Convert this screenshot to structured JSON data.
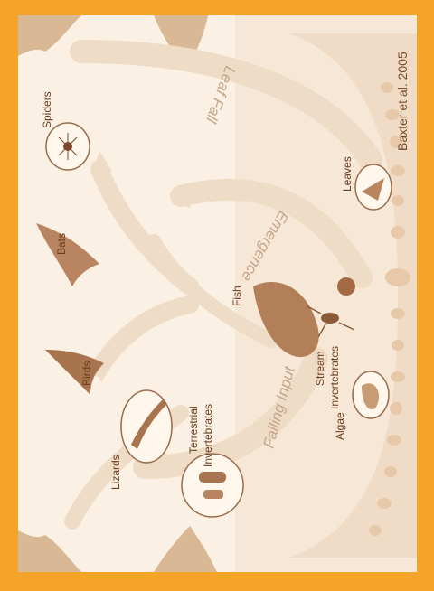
{
  "citation": "Baxter et al. 2005",
  "organisms": {
    "spiders": "Spiders",
    "bats": "Bats",
    "birds": "Birds",
    "lizards": "Lizards",
    "terrestrial_invertebrates": [
      "Terrestrial",
      "Invertebrates"
    ],
    "fish": "Fish",
    "stream_invertebrates": [
      "Stream",
      "Invertebrates"
    ],
    "algae": "Algae",
    "leaves": "Leaves"
  },
  "flows": {
    "leaf_fall": "Leaf Fall",
    "emergence": "Emergence",
    "falling_input": "Falling Input"
  },
  "colors": {
    "frame": "#f4a429",
    "panel": "#faf0e3",
    "arrow": "#efdcc6",
    "ink": "#6b3b1f",
    "stream": "#f0dfcc"
  }
}
